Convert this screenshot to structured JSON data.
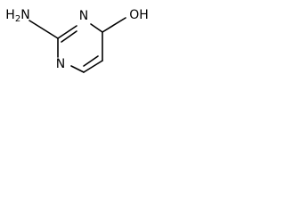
{
  "molecule": {
    "atoms": {
      "amino_group": "H2N",
      "ring_nitrogen_top": "N",
      "ring_nitrogen_bottom": "N",
      "hydroxyl_group": "OH"
    }
  }
}
